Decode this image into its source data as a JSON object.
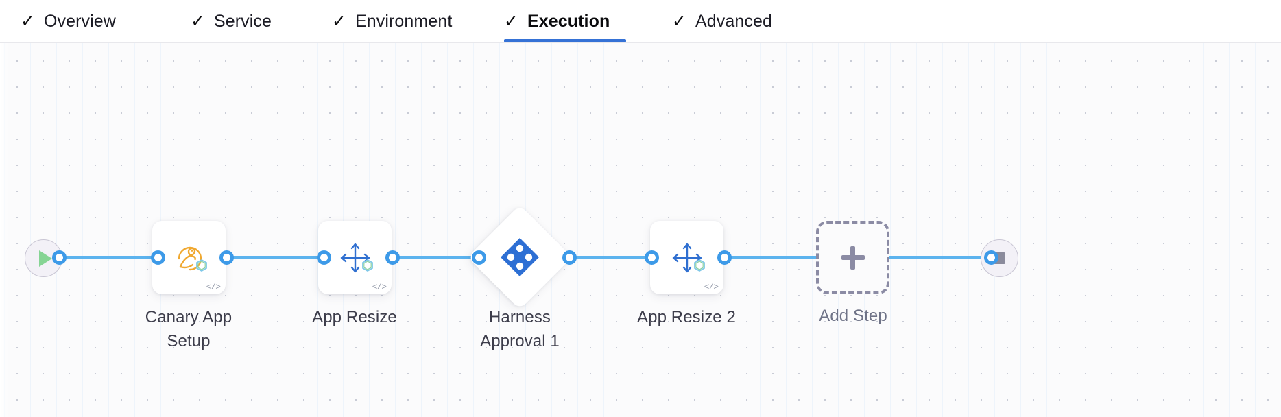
{
  "tabs": [
    {
      "id": "overview",
      "label": "Overview",
      "icon": "check-icon",
      "checked": true,
      "active": false
    },
    {
      "id": "service",
      "label": "Service",
      "icon": "check-icon",
      "checked": true,
      "active": false
    },
    {
      "id": "environment",
      "label": "Environment",
      "icon": "check-icon",
      "checked": true,
      "active": false
    },
    {
      "id": "execution",
      "label": "Execution",
      "icon": "check-icon",
      "checked": true,
      "active": true
    },
    {
      "id": "advanced",
      "label": "Advanced",
      "icon": "check-icon",
      "checked": true,
      "active": false
    }
  ],
  "tab_check_glyph": "✓",
  "colors": {
    "active_tab_underline": "#3572d6",
    "connector_line": "#5cb3ee",
    "connector_port": "#3d9ae8",
    "canary_icon": "#f0a830",
    "resize_icon": "#2f6fd0",
    "approval_diamond": "#2d6fd4",
    "add_step_dashed": "#8b8ba4",
    "start_play": "#86d494",
    "end_stop": "#8b8b9c",
    "canvas_background": "#fbfbfc"
  },
  "pipeline": {
    "start_node": {
      "name": "start-node",
      "icon": "play-icon"
    },
    "end_node": {
      "name": "end-node",
      "icon": "stop-icon"
    },
    "add_step": {
      "label": "Add Step",
      "icon": "plus-icon"
    },
    "steps": [
      {
        "id": "canary-app-setup",
        "label_lines": [
          "Canary App",
          "Setup"
        ],
        "icon": "canary-bird-icon",
        "has_code_tag": true,
        "code_tag": "</>"
      },
      {
        "id": "app-resize",
        "label_lines": [
          "App Resize"
        ],
        "icon": "resize-arrows-icon",
        "has_code_tag": true,
        "code_tag": "</>"
      },
      {
        "id": "harness-approval-1",
        "label_lines": [
          "Harness",
          "Approval 1"
        ],
        "icon": "harness-diamond-icon",
        "has_code_tag": false,
        "code_tag": ""
      },
      {
        "id": "app-resize-2",
        "label_lines": [
          "App Resize 2"
        ],
        "icon": "resize-arrows-icon",
        "has_code_tag": true,
        "code_tag": "</>"
      }
    ]
  }
}
